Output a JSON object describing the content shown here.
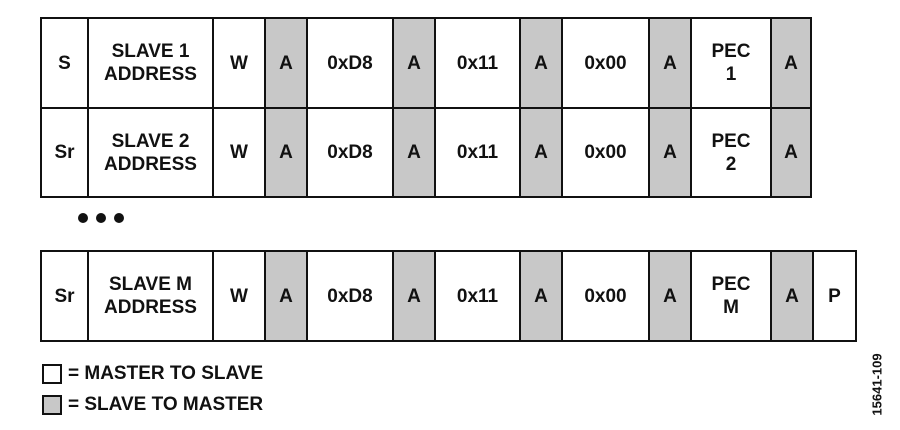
{
  "rows": [
    {
      "cells": [
        {
          "label": "S",
          "dir": "master"
        },
        {
          "label": "SLAVE 1\nADDRESS",
          "dir": "master"
        },
        {
          "label": "W",
          "dir": "master"
        },
        {
          "label": "A",
          "dir": "slave"
        },
        {
          "label": "0xD8",
          "dir": "master"
        },
        {
          "label": "A",
          "dir": "slave"
        },
        {
          "label": "0x11",
          "dir": "master"
        },
        {
          "label": "A",
          "dir": "slave"
        },
        {
          "label": "0x00",
          "dir": "master"
        },
        {
          "label": "A",
          "dir": "slave"
        },
        {
          "label": "PEC\n1",
          "dir": "master"
        },
        {
          "label": "A",
          "dir": "slave"
        }
      ]
    },
    {
      "cells": [
        {
          "label": "Sr",
          "dir": "master"
        },
        {
          "label": "SLAVE 2\nADDRESS",
          "dir": "master"
        },
        {
          "label": "W",
          "dir": "master"
        },
        {
          "label": "A",
          "dir": "slave"
        },
        {
          "label": "0xD8",
          "dir": "master"
        },
        {
          "label": "A",
          "dir": "slave"
        },
        {
          "label": "0x11",
          "dir": "master"
        },
        {
          "label": "A",
          "dir": "slave"
        },
        {
          "label": "0x00",
          "dir": "master"
        },
        {
          "label": "A",
          "dir": "slave"
        },
        {
          "label": "PEC\n2",
          "dir": "master"
        },
        {
          "label": "A",
          "dir": "slave"
        }
      ]
    },
    {
      "cells": [
        {
          "label": "Sr",
          "dir": "master"
        },
        {
          "label": "SLAVE M\nADDRESS",
          "dir": "master"
        },
        {
          "label": "W",
          "dir": "master"
        },
        {
          "label": "A",
          "dir": "slave"
        },
        {
          "label": "0xD8",
          "dir": "master"
        },
        {
          "label": "A",
          "dir": "slave"
        },
        {
          "label": "0x11",
          "dir": "master"
        },
        {
          "label": "A",
          "dir": "slave"
        },
        {
          "label": "0x00",
          "dir": "master"
        },
        {
          "label": "A",
          "dir": "slave"
        },
        {
          "label": "PEC\nM",
          "dir": "master"
        },
        {
          "label": "A",
          "dir": "slave"
        },
        {
          "label": "P",
          "dir": "master"
        }
      ]
    }
  ],
  "legend": {
    "master_label": "= MASTER TO SLAVE",
    "slave_label": "= SLAVE TO MASTER"
  },
  "figure_id": "15641-109",
  "colors": {
    "slave_fill": "#c8c8c8",
    "master_fill": "#ffffff",
    "stroke": "#111111"
  }
}
